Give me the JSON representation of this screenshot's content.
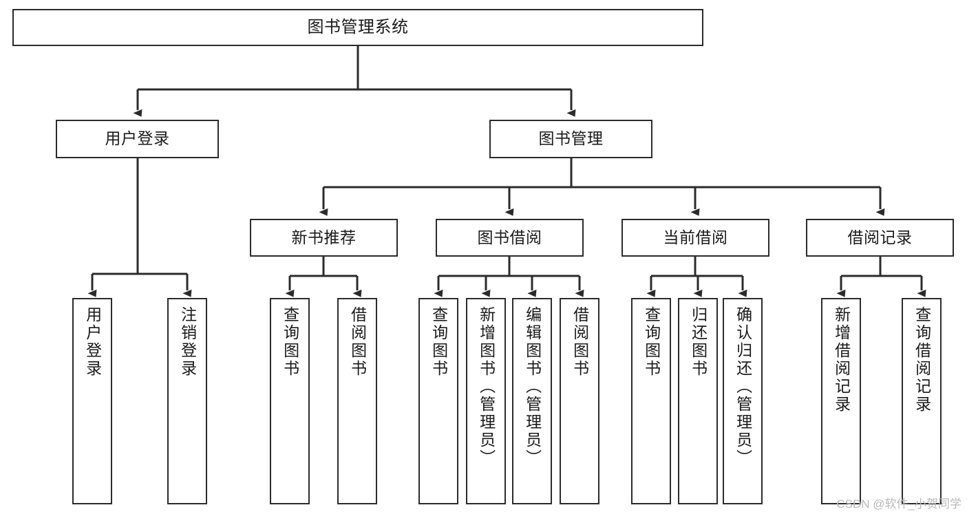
{
  "diagram": {
    "title": "图书管理系统",
    "type": "tree",
    "watermark": "CSDN @软件_小贺同学",
    "colors": {
      "box_border": "#2b2b2b",
      "box_fill": "#ffffff",
      "edge": "#2b2b2b",
      "text": "#1a1a1a",
      "watermark": "#b9b9b9",
      "background": "#ffffff"
    },
    "nodes": {
      "root": {
        "label": "图书管理系统",
        "level": 0,
        "orientation": "horizontal"
      },
      "user_login": {
        "label": "用户登录",
        "level": 1,
        "orientation": "horizontal"
      },
      "book_manage": {
        "label": "图书管理",
        "level": 1,
        "orientation": "horizontal"
      },
      "new_book_rec": {
        "label": "新书推荐",
        "level": 2,
        "orientation": "horizontal"
      },
      "book_borrow": {
        "label": "图书借阅",
        "level": 2,
        "orientation": "horizontal"
      },
      "current_borrow": {
        "label": "当前借阅",
        "level": 2,
        "orientation": "horizontal"
      },
      "borrow_record": {
        "label": "借阅记录",
        "level": 2,
        "orientation": "horizontal"
      },
      "leaf_user_login": {
        "label": "用户登录",
        "level": 3,
        "orientation": "vertical"
      },
      "leaf_logout": {
        "label": "注销登录",
        "level": 3,
        "orientation": "vertical"
      },
      "leaf_query_book_1": {
        "label": "查询图书",
        "level": 3,
        "orientation": "vertical"
      },
      "leaf_borrow_book_1": {
        "label": "借阅图书",
        "level": 3,
        "orientation": "vertical"
      },
      "leaf_query_book_2": {
        "label": "查询图书",
        "level": 3,
        "orientation": "vertical"
      },
      "leaf_add_book": {
        "label": "新增图书（管理员）",
        "level": 3,
        "orientation": "vertical"
      },
      "leaf_edit_book": {
        "label": "编辑图书（管理员）",
        "level": 3,
        "orientation": "vertical"
      },
      "leaf_borrow_book_2": {
        "label": "借阅图书",
        "level": 3,
        "orientation": "vertical"
      },
      "leaf_query_book_3": {
        "label": "查询图书",
        "level": 3,
        "orientation": "vertical"
      },
      "leaf_return_book": {
        "label": "归还图书",
        "level": 3,
        "orientation": "vertical"
      },
      "leaf_confirm_return": {
        "label": "确认归还（管理员）",
        "level": 3,
        "orientation": "vertical"
      },
      "leaf_add_record": {
        "label": "新增借阅记录",
        "level": 3,
        "orientation": "vertical"
      },
      "leaf_query_record": {
        "label": "查询借阅记录",
        "level": 3,
        "orientation": "vertical"
      }
    },
    "edges": [
      {
        "from": "root",
        "to": "user_login"
      },
      {
        "from": "root",
        "to": "book_manage"
      },
      {
        "from": "user_login",
        "to": "leaf_user_login"
      },
      {
        "from": "user_login",
        "to": "leaf_logout"
      },
      {
        "from": "book_manage",
        "to": "new_book_rec"
      },
      {
        "from": "book_manage",
        "to": "book_borrow"
      },
      {
        "from": "book_manage",
        "to": "current_borrow"
      },
      {
        "from": "book_manage",
        "to": "borrow_record"
      },
      {
        "from": "new_book_rec",
        "to": "leaf_query_book_1"
      },
      {
        "from": "new_book_rec",
        "to": "leaf_borrow_book_1"
      },
      {
        "from": "book_borrow",
        "to": "leaf_query_book_2"
      },
      {
        "from": "book_borrow",
        "to": "leaf_add_book"
      },
      {
        "from": "book_borrow",
        "to": "leaf_edit_book"
      },
      {
        "from": "book_borrow",
        "to": "leaf_borrow_book_2"
      },
      {
        "from": "current_borrow",
        "to": "leaf_query_book_3"
      },
      {
        "from": "current_borrow",
        "to": "leaf_return_book"
      },
      {
        "from": "current_borrow",
        "to": "leaf_confirm_return"
      },
      {
        "from": "borrow_record",
        "to": "leaf_add_record"
      },
      {
        "from": "borrow_record",
        "to": "leaf_query_record"
      }
    ]
  }
}
